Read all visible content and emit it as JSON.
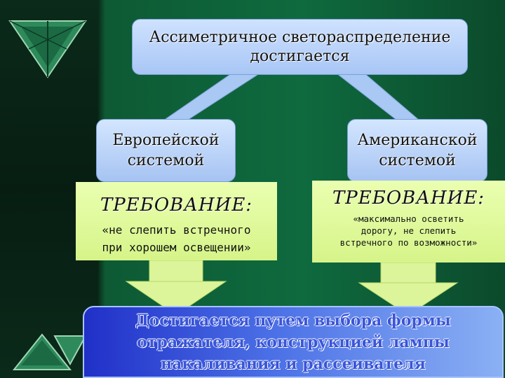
{
  "top": {
    "line1": "Ассиметричное светораспределение",
    "line2": "достигается"
  },
  "left": {
    "line1": "Европейской",
    "line2": "системой"
  },
  "right": {
    "line1": "Американской",
    "line2": "системой"
  },
  "req_left": {
    "title": "ТРЕБОВАНИЕ:",
    "line1": "«не слепить встречного",
    "line2": "при хорошем освещении»"
  },
  "req_right": {
    "title": "ТРЕБОВАНИЕ:",
    "line1": "«максимально осветить",
    "line2": "дорогу, не слепить",
    "line3": "встречного по возможности»"
  },
  "bottom": {
    "line1": "Достигается путем выбора формы",
    "line2": "отражателя, конструкцией лампы",
    "line3": "накаливания и рассеивателя"
  },
  "colors": {
    "background": "#0f6a3e",
    "box_blue": "#a8c6f5",
    "box_green": "#d6f489",
    "bottom_blue": "#4b70e6"
  }
}
